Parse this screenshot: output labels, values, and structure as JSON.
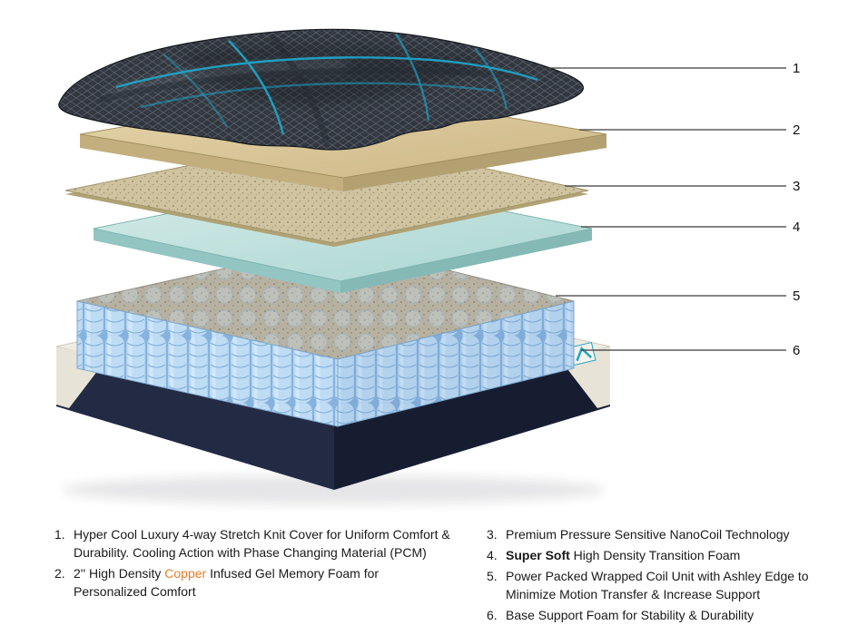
{
  "figure": {
    "name": "Mattress layers exploded diagram"
  },
  "colors": {
    "accent_copper": "#e87d26",
    "callout_line": "#3a3a3a",
    "text": "#1a1a1a",
    "cover_dark": "#32373f",
    "cover_accent_blue": "#1db1d8",
    "memory_foam_tan": "#dbc99d",
    "nanocoil_tan": "#cfc3a0",
    "transition_foam_teal": "#c5e3e0",
    "coil_blue": "#bfdcf5",
    "base_navy": "#222a44",
    "base_foam_green": "#d3e6cf"
  },
  "callouts": [
    {
      "label": "1"
    },
    {
      "label": "2"
    },
    {
      "label": "3"
    },
    {
      "label": "4"
    },
    {
      "label": "5"
    },
    {
      "label": "6"
    }
  ],
  "legend": {
    "left": [
      {
        "num": "1.",
        "text": "Hyper Cool Luxury 4-way Stretch Knit Cover for Uniform Comfort &\nDurability. Cooling Action with Phase Changing Material (PCM)"
      },
      {
        "num": "2.",
        "pre": "2'' High Density ",
        "highlight": "Copper",
        "post": " Infused Gel Memory Foam for\nPersonalized Comfort"
      }
    ],
    "right": [
      {
        "num": "3.",
        "text": "Premium Pressure Sensitive NanoCoil Technology"
      },
      {
        "num": "4.",
        "bold": "Super Soft",
        "post": " High Density Transition Foam"
      },
      {
        "num": "5.",
        "text": "Power Packed Wrapped Coil Unit with Ashley Edge to\nMinimize Motion Transfer & Increase Support"
      },
      {
        "num": "6.",
        "text": "Base Support Foam for Stability & Durability"
      }
    ]
  }
}
